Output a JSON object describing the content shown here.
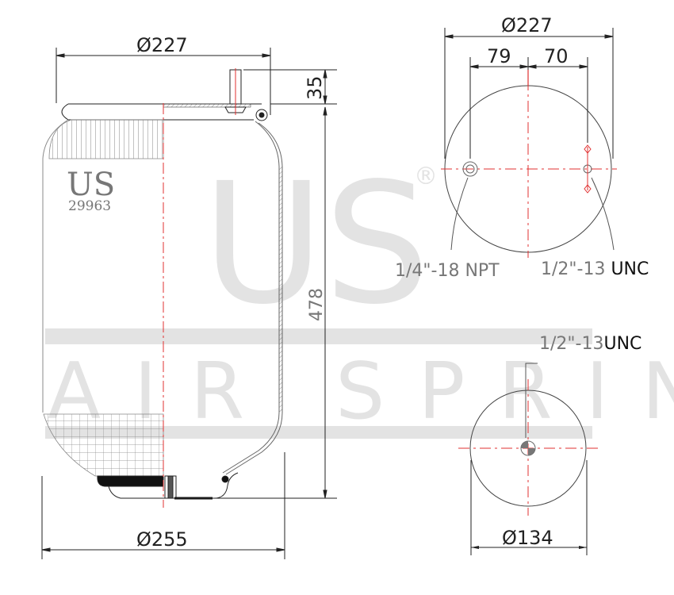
{
  "watermark": {
    "logo": "US",
    "registered": "®",
    "brand": "AIR SPRING"
  },
  "side_view": {
    "label_brand": "US",
    "part_number": "29963",
    "top_diameter": "Ø227",
    "bottom_diameter": "Ø255",
    "stud_height": "35",
    "overall_height": "478"
  },
  "top_view": {
    "diameter": "Ø227",
    "offset_left": "79",
    "offset_right": "70",
    "port_left_label": "1/4\"-18 NPT",
    "port_right_label_a": "1/2\"-13 ",
    "port_right_label_b": "UNC"
  },
  "bottom_view": {
    "diameter": "Ø134",
    "port_label_a": "1/2\"-13",
    "port_label_b": "UNC"
  },
  "colors": {
    "line": "#222222",
    "centerline": "#e03030",
    "watermark": "#e3e3e3",
    "label_gray": "#777777"
  }
}
